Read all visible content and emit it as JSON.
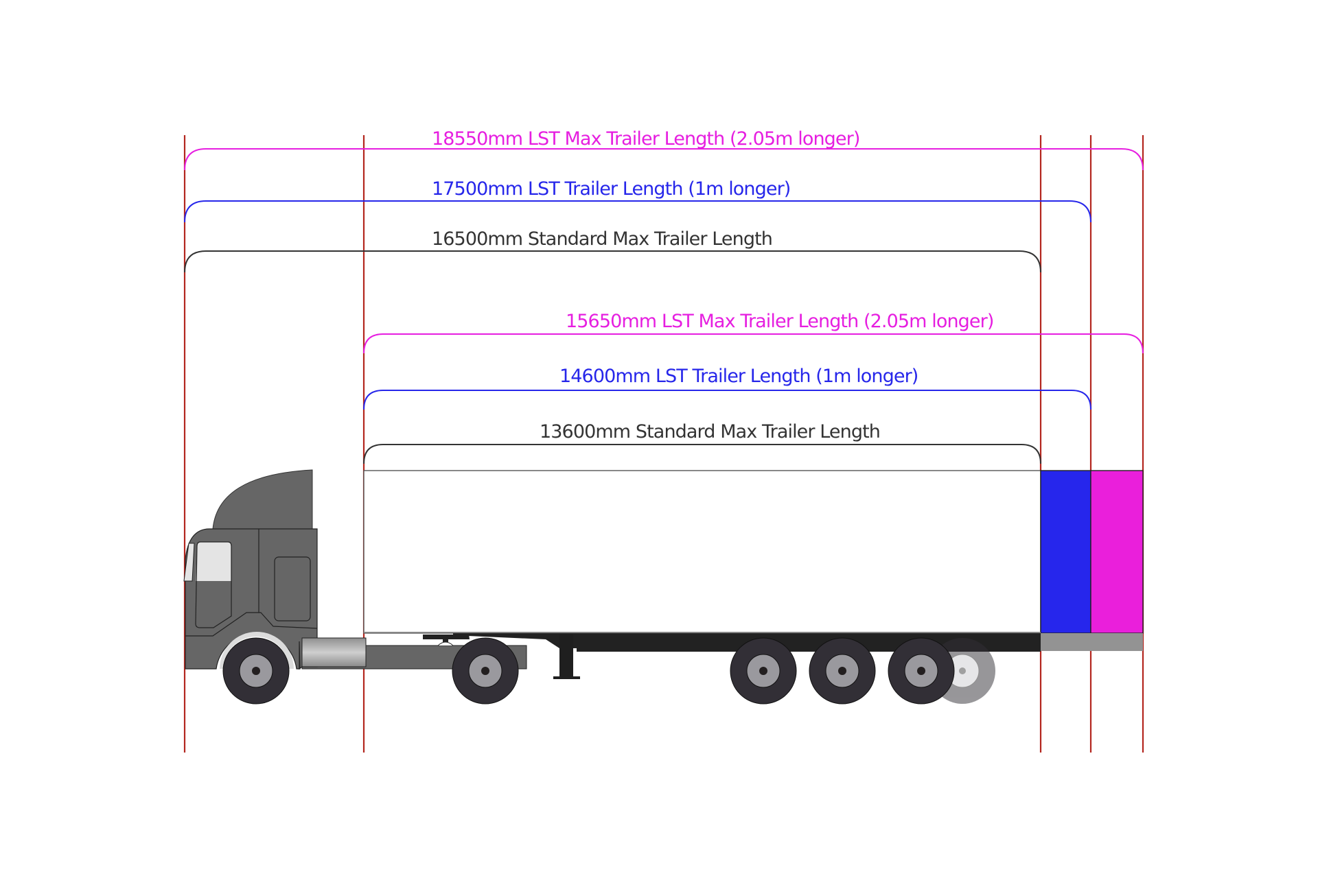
{
  "title": "Trailer length comparison: standard vs LST (Longer Semi-Trailer)",
  "colors": {
    "standard": "#333333",
    "lst_1m": "#2626ea",
    "lst_max": "#e61ee0",
    "reference_line": "#b3261e",
    "lst_1m_block": "#2626ec",
    "lst_max_block": "#ea1fdb",
    "cab": "#666666",
    "tyre": "#322f36",
    "hub": "#9a999e"
  },
  "dimensions_overall": [
    {
      "id": "overall-lst-max",
      "label": "18550mm LST Max Trailer Length (2.05m longer)",
      "length_mm": 18550,
      "color_key": "lst_max"
    },
    {
      "id": "overall-lst-1m",
      "label": "17500mm LST Trailer Length (1m longer)",
      "length_mm": 17500,
      "color_key": "lst_1m"
    },
    {
      "id": "overall-standard",
      "label": "16500mm Standard Max Trailer Length",
      "length_mm": 16500,
      "color_key": "standard"
    }
  ],
  "dimensions_trailer": [
    {
      "id": "trailer-lst-max",
      "label": "15650mm LST Max Trailer Length (2.05m longer)",
      "length_mm": 15650,
      "color_key": "lst_max"
    },
    {
      "id": "trailer-lst-1m",
      "label": "14600mm LST Trailer Length (1m longer)",
      "length_mm": 14600,
      "color_key": "lst_1m"
    },
    {
      "id": "trailer-standard",
      "label": "13600mm Standard Max Trailer Length",
      "length_mm": 13600,
      "color_key": "standard"
    }
  ],
  "extensions": [
    {
      "id": "extension-1m",
      "extra_m": 1.0,
      "color_key": "lst_1m_block"
    },
    {
      "id": "extension-2-05m",
      "extra_m": 1.05,
      "color_key": "lst_max_block"
    }
  ],
  "vehicle": {
    "tractor_axles": 2,
    "trailer_axles": 3,
    "optional_axle_shown_faded": true
  }
}
